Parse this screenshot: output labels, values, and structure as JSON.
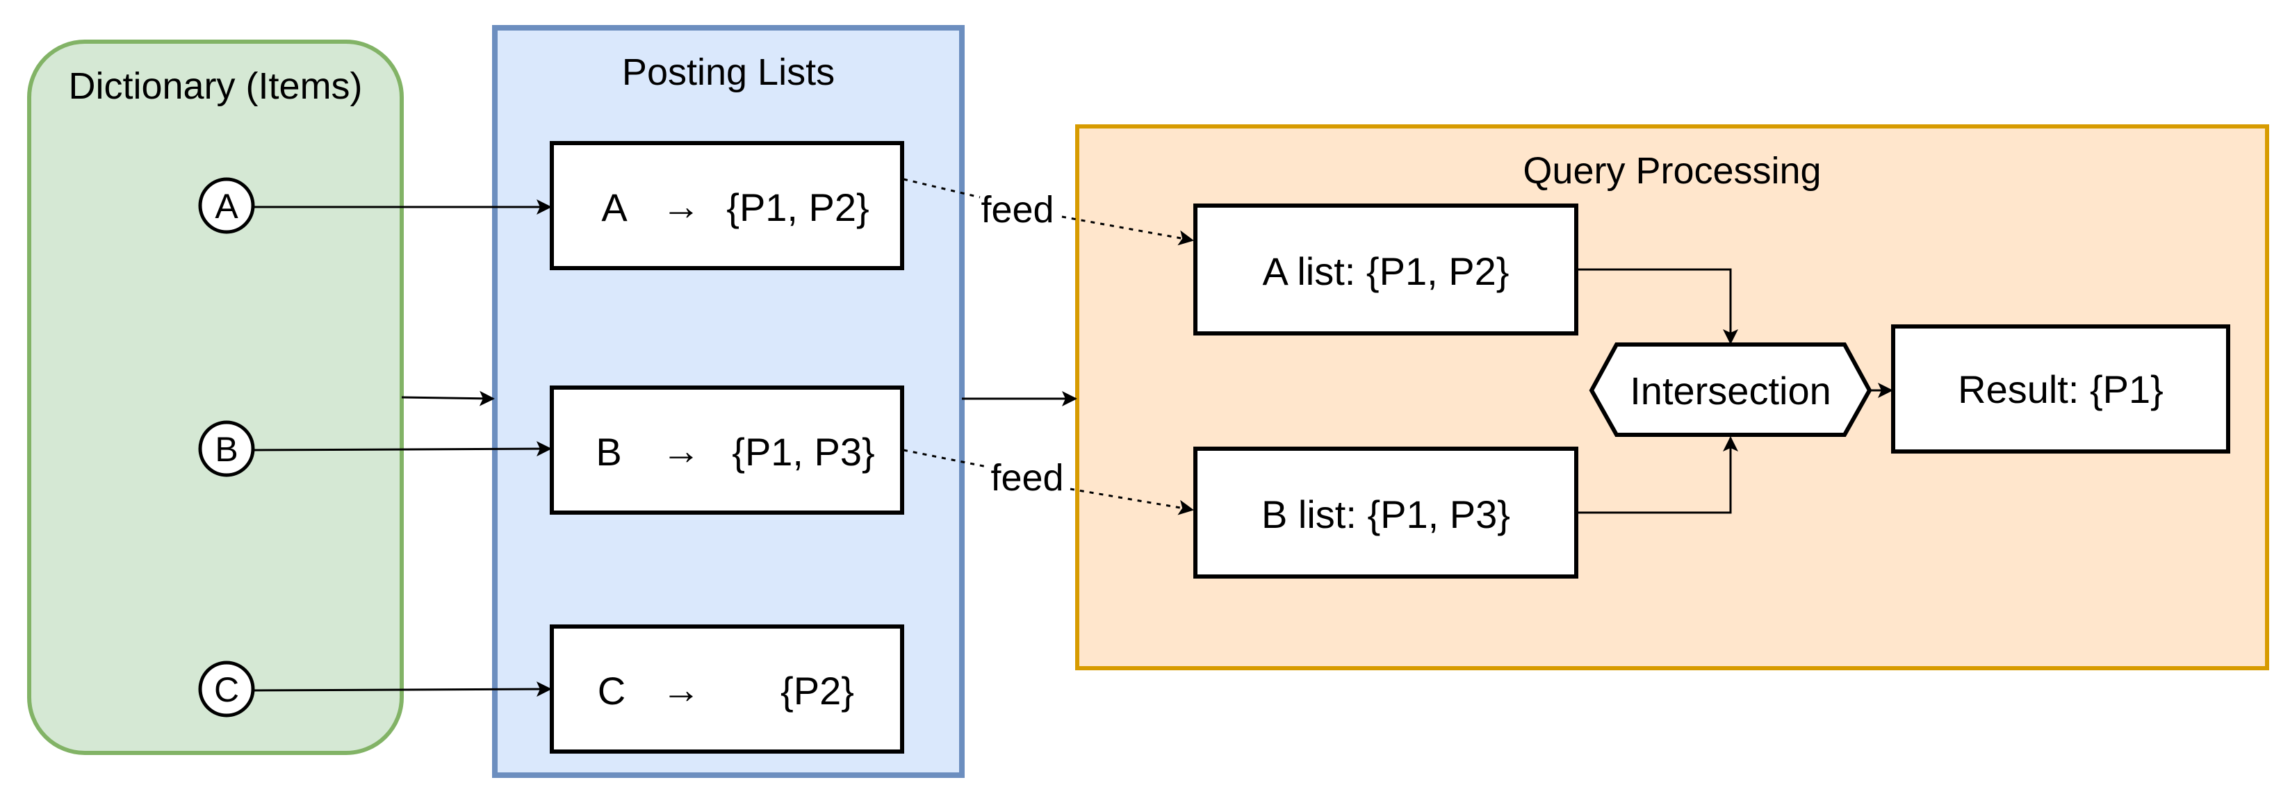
{
  "colors": {
    "dictionary_fill": "#d5e8d4",
    "dictionary_stroke": "#82b366",
    "posting_fill": "#dae8fc",
    "posting_stroke": "#6c8ebf",
    "query_fill": "#ffe6cc",
    "query_stroke": "#d79b00",
    "box_fill": "#ffffff",
    "line": "#000000"
  },
  "dictionary": {
    "title": "Dictionary (Items)",
    "items": [
      "A",
      "B",
      "C"
    ]
  },
  "posting": {
    "title": "Posting Lists",
    "lists": [
      {
        "item": "A",
        "arrow": "→",
        "set": "{P1, P2}"
      },
      {
        "item": "B",
        "arrow": "→",
        "set": "{P1, P3}"
      },
      {
        "item": "C",
        "arrow": "→",
        "set": "{P2}"
      }
    ]
  },
  "query": {
    "title": "Query Processing",
    "a_list": "A list: {P1, P2}",
    "b_list": "B list: {P1, P3}",
    "intersection": "Intersection",
    "result": "Result: {P1}"
  },
  "edges": {
    "feed_a": "feed",
    "feed_b": "feed"
  }
}
